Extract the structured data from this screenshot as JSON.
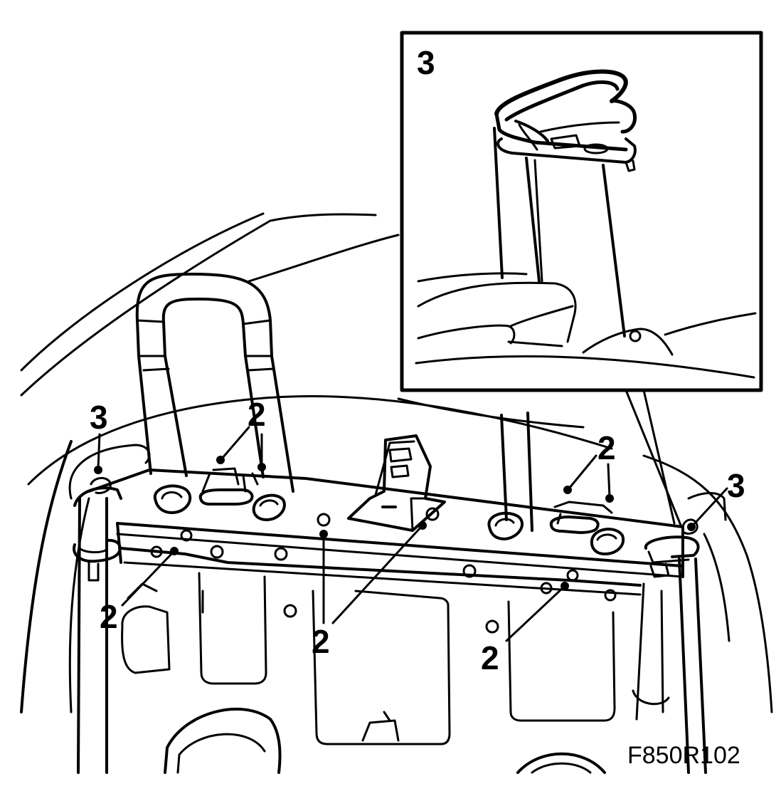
{
  "diagram": {
    "figure_code": "F850R102",
    "inset": {
      "label": "3"
    },
    "callouts": [
      {
        "id": "3-left",
        "text": "3"
      },
      {
        "id": "2-top-left",
        "text": "2"
      },
      {
        "id": "2-top-right",
        "text": "2"
      },
      {
        "id": "3-right",
        "text": "3"
      },
      {
        "id": "2-bottom-left",
        "text": "2"
      },
      {
        "id": "2-bottom-center",
        "text": "2"
      },
      {
        "id": "2-bottom-right",
        "text": "2"
      }
    ]
  },
  "colors": {
    "line": "#000000",
    "background": "#ffffff"
  }
}
